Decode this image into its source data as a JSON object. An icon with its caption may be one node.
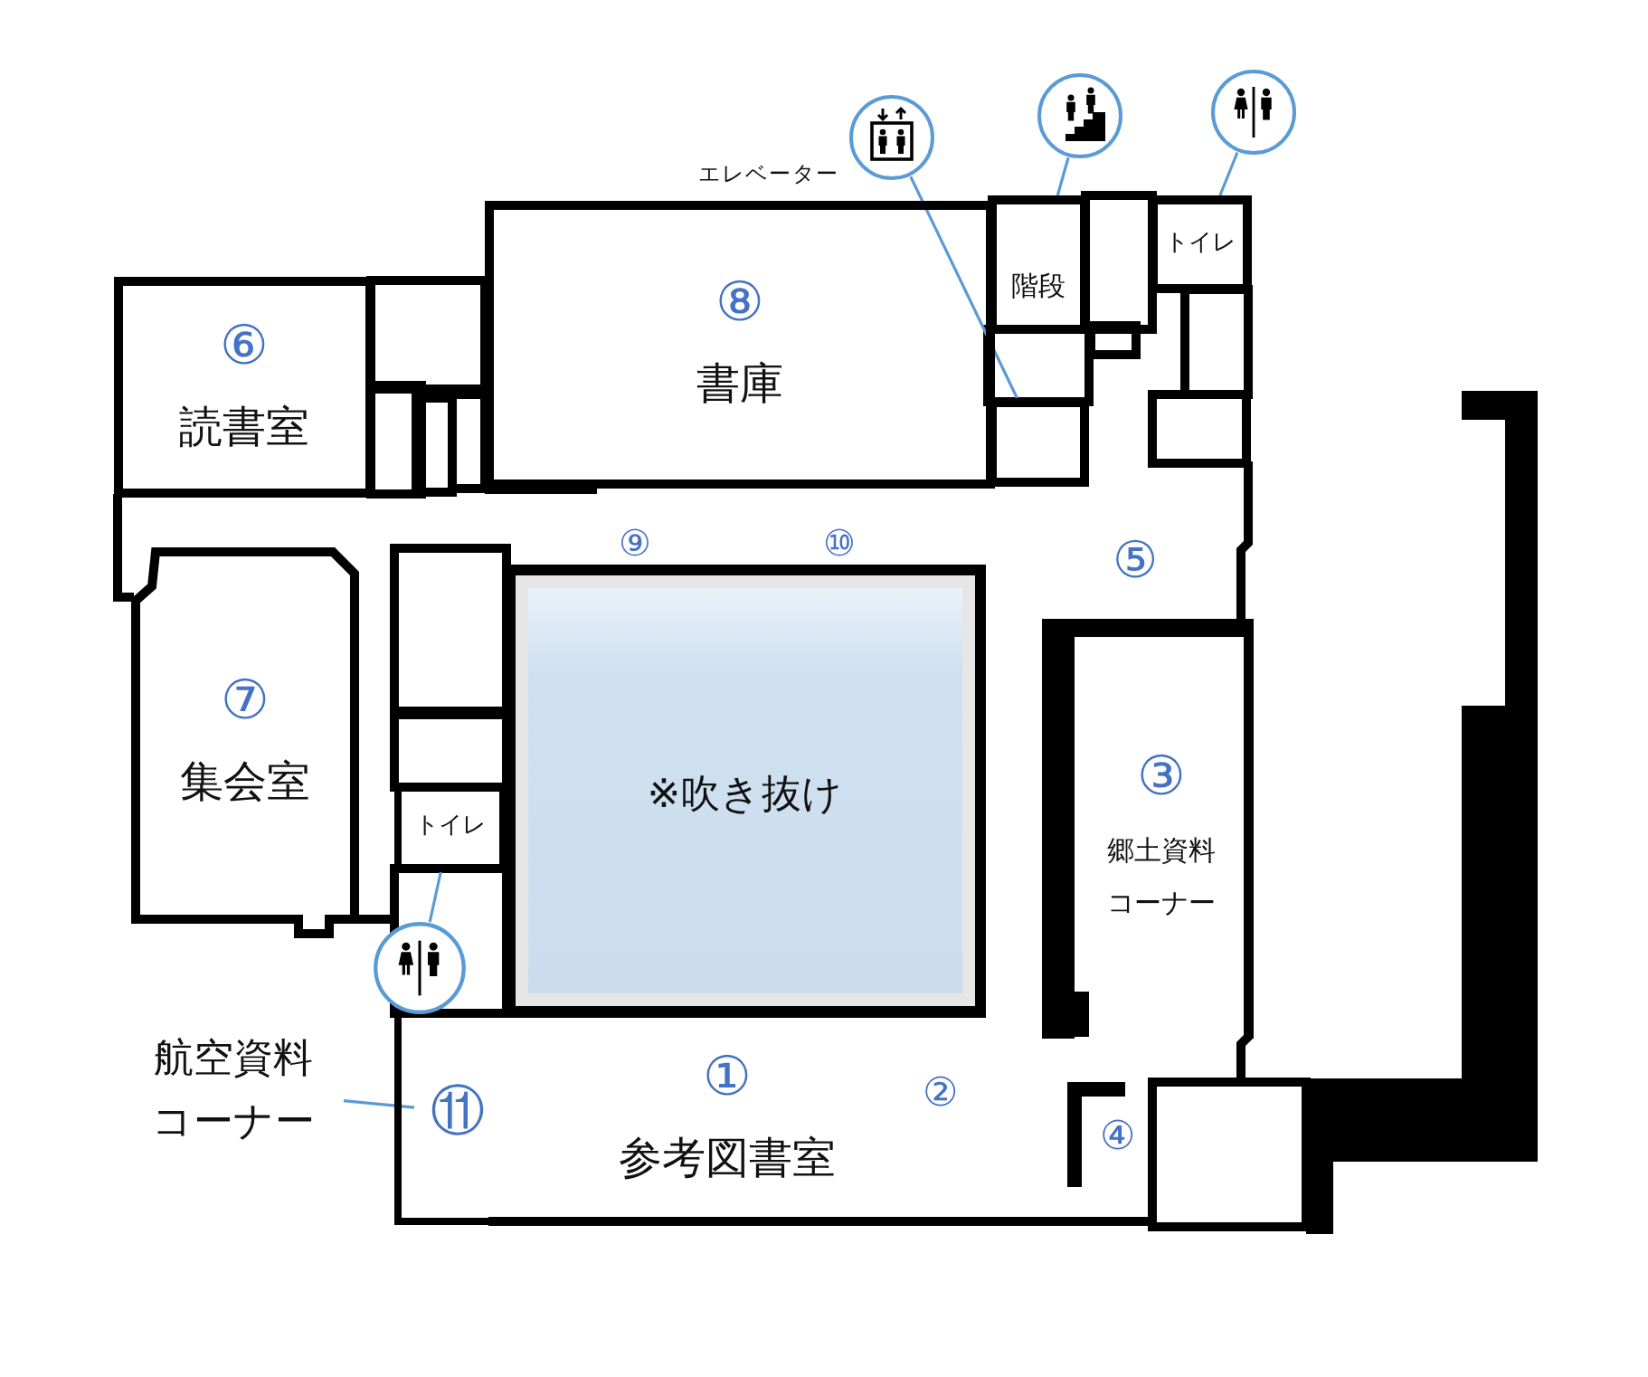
{
  "diagram": {
    "nodes": [
      {
        "text": [],
        "shape": "picture",
        "beside": [
          "エレベーター"
        ]
      },
      {
        "text": [],
        "shape": "picture"
      },
      {
        "text": [],
        "shape": "picture"
      },
      {
        "text": [
          "⑧",
          "書庫"
        ]
      },
      {
        "text": [
          "階段"
        ]
      },
      {
        "text": [],
        "shape": "box"
      },
      {
        "text": [
          "トイレ"
        ]
      },
      {
        "text": [
          "⑥",
          "読書室"
        ]
      },
      {
        "text": [
          "⑦",
          "集会室"
        ]
      },
      {
        "text": [
          "トイレ"
        ]
      },
      {
        "text": [
          "※吹き抜け"
        ]
      },
      {
        "text": [
          "③",
          "郷土資料コーナー"
        ]
      },
      {
        "text": [],
        "shape": "picture"
      },
      {
        "text": [
          "航空資料コーナー"
        ]
      },
      {
        "text": [
          "①",
          "参考図書室"
        ]
      },
      {
        "text": [
          "⑪"
        ],
        "in": 14
      }
    ],
    "edges": [
      {
        "from": 0,
        "to": 5,
        "arrow": "none"
      },
      {
        "from": 1,
        "to": 4,
        "arrow": "none"
      },
      {
        "from": 2,
        "to": 6,
        "arrow": "none"
      },
      {
        "from": 12,
        "to": 9,
        "arrow": "none"
      },
      {
        "from": 13,
        "to": 15,
        "arrow": "none"
      }
    ],
    "labels": [
      "⑨",
      "⑩",
      "⑤",
      "②",
      "④"
    ]
  }
}
